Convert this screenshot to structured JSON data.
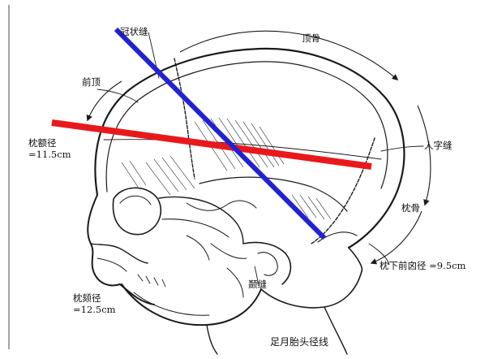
{
  "labels": {
    "coronal_suture": "冠状缝",
    "parietal_bone": "顶骨",
    "bregma": "前顶",
    "occipitofrontal_label": "枕额径",
    "occipitofrontal_value": "=11.5cm",
    "lambdoid_suture": "人字缝",
    "occipital_bone": "枕骨",
    "suboccipitobregmatic": "枕下前囟径 =9.5cm",
    "squamosal_suture": "颞缝",
    "occipitomental_label": "枕颏径",
    "occipitomental_value": "=12.5cm",
    "caption": "足月胎头径线"
  },
  "colors": {
    "red_line": "#e8191b",
    "blue_line": "#1f22d6",
    "ink": "#1a1a1a"
  }
}
